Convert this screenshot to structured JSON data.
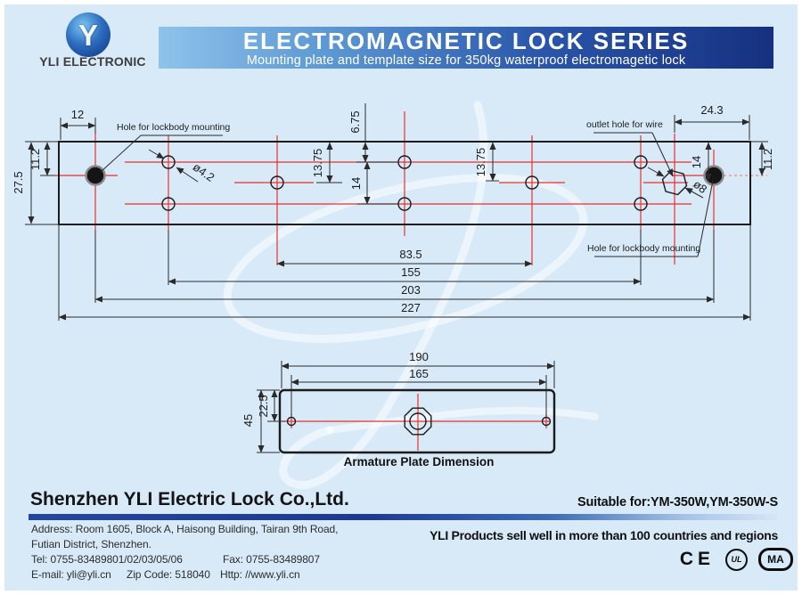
{
  "header": {
    "logo_monogram": "Y",
    "logo_caption": "YLI ELECTRONIC",
    "title": "ELECTROMAGNETIC LOCK SERIES",
    "subtitle": "Mounting plate and template size for 350kg waterproof electromagetic lock"
  },
  "drawing": {
    "labels": {
      "lockbody_hole": "Hole for lockbody mounting",
      "outlet_hole": "outlet hole for wire",
      "small_hole_dia": "ø4.2",
      "outlet_hole_dia": "ø8"
    },
    "dims": {
      "left_offset": "12",
      "top_to_upper_row": "6.75",
      "top_to_middle_hole": "13.75",
      "hole_row_gap": "14",
      "top_to_outlet": "14",
      "outlet_from_right_edge": "24.3",
      "top_to_lockbody_hole": "11.2",
      "plate_height": "27.5",
      "middle_holes_span": "83.5",
      "outer_holes_span": "155",
      "lockbody_holes_span": "203",
      "plate_width": "227"
    }
  },
  "armature": {
    "caption": "Armature Plate Dimension",
    "dims": {
      "width": "190",
      "holes_span": "165",
      "height": "45",
      "center_offset": "22.5"
    }
  },
  "footer": {
    "company": "Shenzhen YLI Electric Lock Co.,Ltd.",
    "address_line1": "Address: Room 1605, Block A, Haisong Building, Tairan 9th Road,",
    "address_line2": "Futian District, Shenzhen.",
    "tel": "Tel: 0755-83489801/02/03/05/06",
    "fax": "Fax: 0755-83489807",
    "email": "E-mail: yli@yli.cn",
    "zip": "Zip Code: 518040",
    "http": "Http: //www.yli.cn",
    "suitable_for": "Suitable for:YM-350W,YM-350W-S",
    "tagline": "YLI Products sell well in more than 100 countries and regions",
    "certs": {
      "ce": "CE",
      "ul": "UL",
      "ma": "MA"
    }
  },
  "colors": {
    "page_bg": "#d8e9f8",
    "banner_dark": "#16307f",
    "banner_light": "#8ec3ea",
    "centerline_red": "#e8332a",
    "bar_navy": "#1d3a8e"
  }
}
